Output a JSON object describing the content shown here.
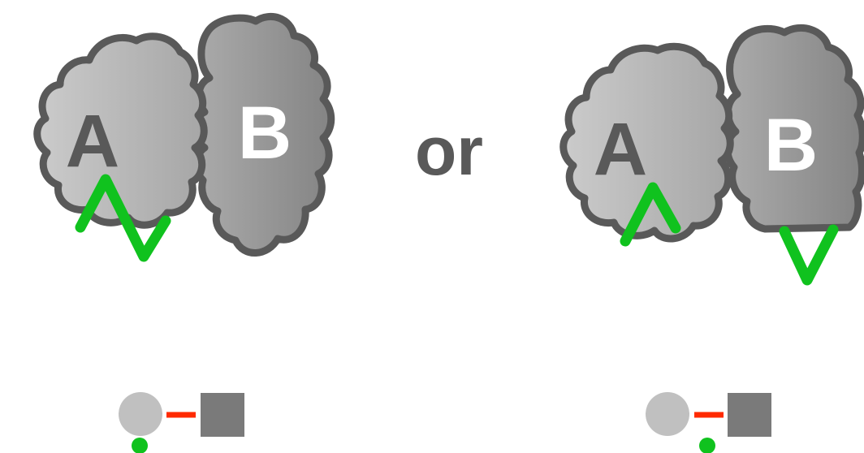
{
  "connector_word": "or",
  "colors": {
    "background": "#ffffff",
    "outline": "#595959",
    "cloud_a_light": "#c9c9c9",
    "cloud_a_dark": "#a7a7a7",
    "cloud_b_light": "#aaaaaa",
    "cloud_b_dark": "#858585",
    "label_dark": "#595959",
    "label_light": "#ffffff",
    "binding_site": "#10c21e",
    "link_line": "#ff2a00",
    "glyph_circle": "#c0c0c0",
    "glyph_square": "#7a7a7a"
  },
  "left_option": {
    "cloud_a_label": "A",
    "cloud_b_label": "B",
    "binding_sites": "A only",
    "glyph": {
      "circle": "A",
      "square": "B",
      "green_dot_under": "A"
    }
  },
  "right_option": {
    "cloud_a_label": "A",
    "cloud_b_label": "B",
    "binding_sites": "A and B",
    "glyph": {
      "circle": "A",
      "square": "B",
      "green_dot_under": "link"
    }
  }
}
